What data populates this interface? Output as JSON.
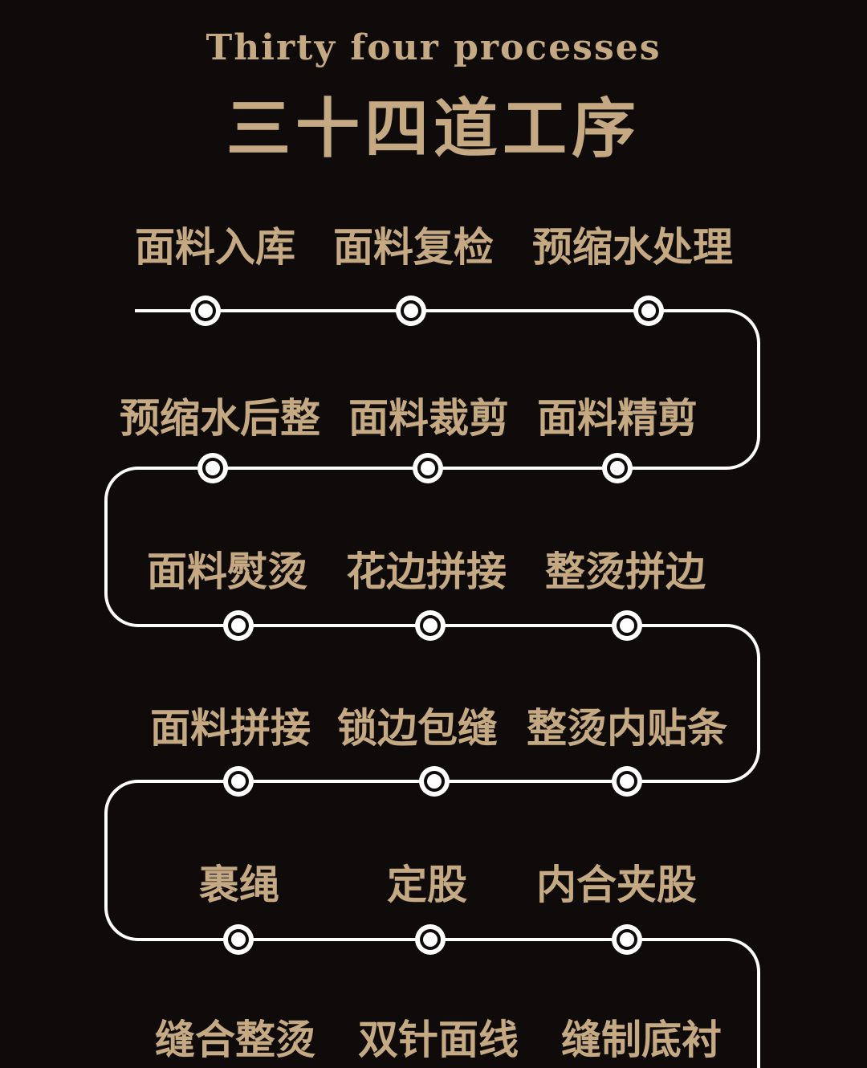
{
  "title_en": "Thirty four processes",
  "title_cn": "三十四道工序",
  "colors": {
    "background": "#0f0b0b",
    "gold": "#c4a982",
    "line": "#ffffff"
  },
  "rows": [
    {
      "steps": [
        "面料入库",
        "面料复检",
        "预缩水处理"
      ]
    },
    {
      "steps": [
        "预缩水后整",
        "面料裁剪",
        "面料精剪"
      ]
    },
    {
      "steps": [
        "面料熨烫",
        "花边拼接",
        "整烫拼边"
      ]
    },
    {
      "steps": [
        "面料拼接",
        "锁边包缝",
        "整烫内贴条"
      ]
    },
    {
      "steps": [
        "裹绳",
        "定股",
        "内合夹股"
      ]
    },
    {
      "steps": [
        "缝合整烫",
        "双针面线",
        "缝制底衬"
      ]
    }
  ]
}
